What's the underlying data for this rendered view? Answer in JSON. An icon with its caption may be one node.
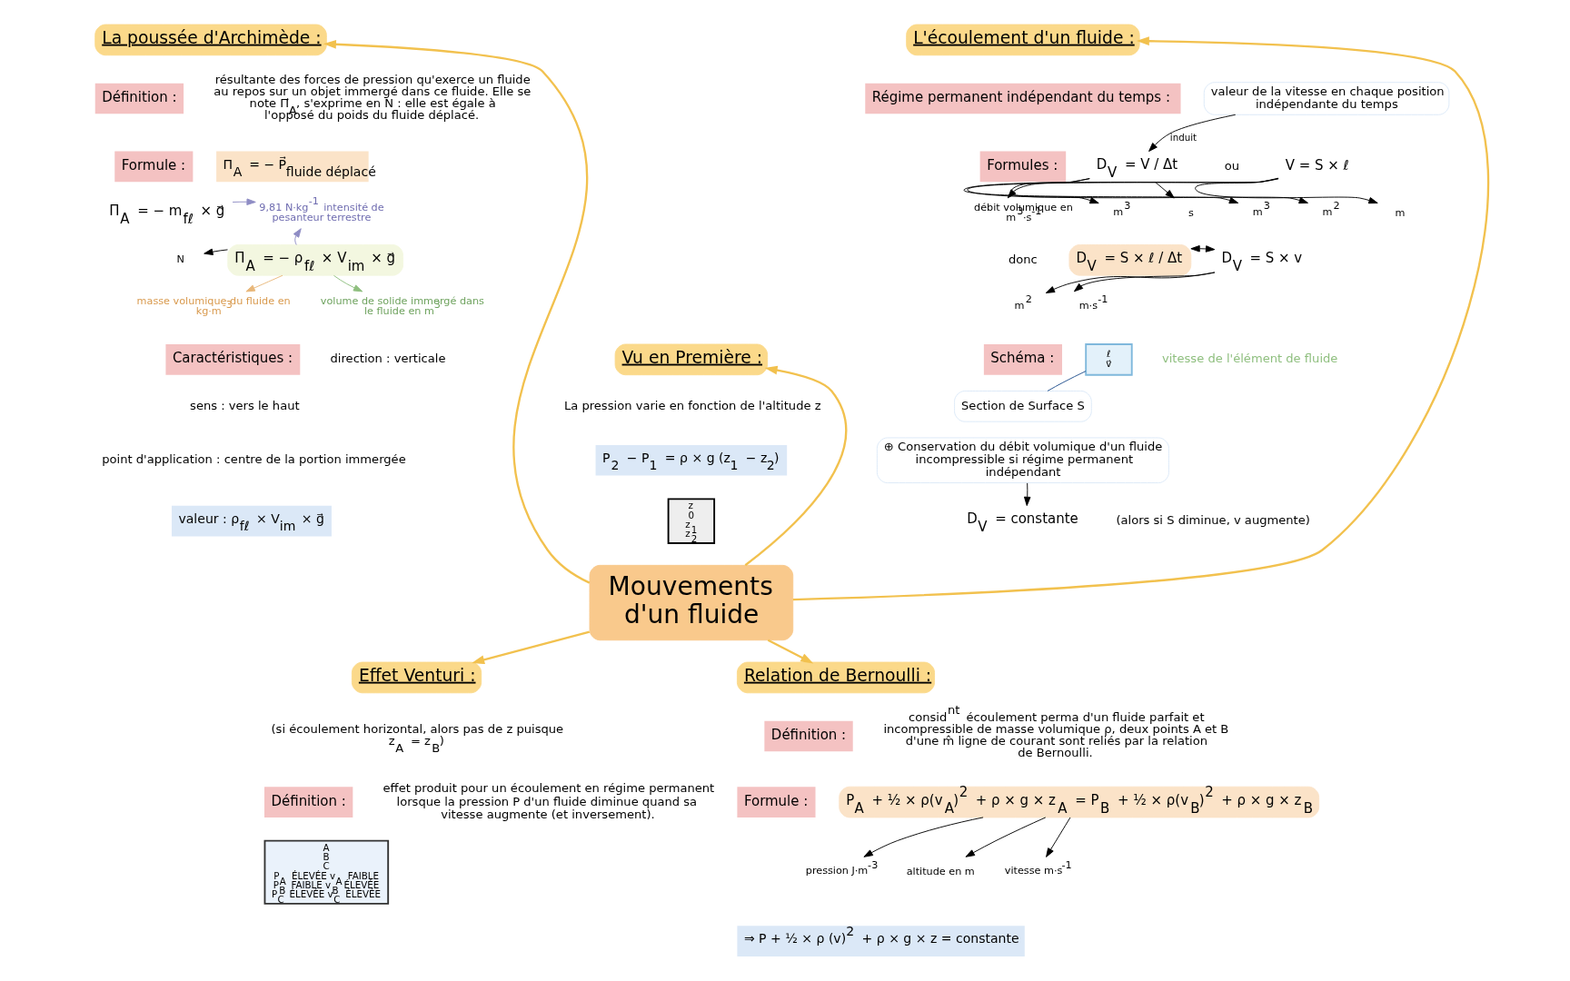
{
  "diagram": {
    "nodes": [
      {
        "text": [
          "Mouvements d'un fluide"
        ]
      },
      {
        "text": [
          "La poussée d'Archimède :"
        ]
      },
      {
        "text": [
          "Π$_{A}$ = − m$_{fℓ}$ × g⃗"
        ]
      },
      {
        "text": [
          "Π$_{A}$ = − ρ$_{fℓ}$ × V$_{im}$ × g⃗"
        ]
      },
      {
        "text": [
          "9,81 N·kg$^{-1}$ intensité de pesanteur terrestre"
        ]
      },
      {
        "text": [
          "N"
        ]
      },
      {
        "text": [
          "volume de solide immergé dans le fluide en m$^{3}$"
        ]
      },
      {
        "text": [
          "masse volumique du fluide en kg·m$^{-3}$"
        ]
      },
      {
        "text": [
          "Vu en Première :"
        ]
      },
      {
        "text": [
          "z",
          "0",
          "z$_{1}$",
          "z$_{2}$"
        ]
      },
      {
        "text": [
          "L'écoulement d'un fluide :"
        ]
      },
      {
        "text": [
          "valeur de la vitesse en chaque position indépendante du temps"
        ]
      },
      {
        "text": [
          "D$_{V}$ = V / Δt"
        ]
      },
      {
        "text": [
          "débit volumique en m$^{3}$·s$^{-1}$"
        ]
      },
      {
        "text": [
          "m$^{3}$"
        ]
      },
      {
        "text": [
          "s"
        ]
      },
      {
        "text": [
          "V = S × ℓ"
        ]
      },
      {
        "text": [
          "m$^{3}$"
        ]
      },
      {
        "text": [
          "m$^{2}$"
        ]
      },
      {
        "text": [
          "m"
        ]
      },
      {
        "text": [
          "D$_{V}$ = S × ℓ / Δt"
        ]
      },
      {
        "text": [
          "D$_{V}$ = S × v"
        ]
      },
      {
        "text": [
          "m$^{2}$"
        ]
      },
      {
        "text": [
          "m·s$^{-1}$"
        ]
      },
      {
        "text": [
          "ℓ",
          "v⃗"
        ]
      },
      {
        "text": [
          "Section de Surface S"
        ]
      },
      {
        "text": [
          "⊕ Conservation du débit volumique d'un fluide incompressible si régime permanent indépendant"
        ]
      },
      {
        "text": [
          "D$_{V}$ = constante"
        ]
      },
      {
        "text": [
          "Relation de Bernoulli :"
        ]
      },
      {
        "text": [
          "P$_{A}$ + ½ × ρ(v$_{A}$)$^{2}$ + ρ × g × z$_{A}$ = P$_{B}$ + ½ × ρ(v$_{B}$)$^{2}$ + ρ × g × z$_{B}$"
        ]
      },
      {
        "text": [
          "pression J·m$^{-3}$"
        ]
      },
      {
        "text": [
          "altitude en m"
        ]
      },
      {
        "text": [
          "vitesse m·s$^{-1}$"
        ]
      },
      {
        "text": [
          "Effet Venturi :"
        ]
      },
      {
        "text": [
          "A",
          "B",
          "C",
          "P$_{A}$ ÉLEVÉE v$_{A}$ FAIBLE",
          "P$_{B}$ FAIBLE v$_{B}$ ÉLEVÉE",
          "P$_{C}$ ÉLEVÉE v$_{C}$ ÉLEVÉE"
        ]
      }
    ],
    "edges": [
      {
        "from": 0,
        "to": 1,
        "arrow": "to",
        "color": "#f2c14e"
      },
      {
        "from": 0,
        "to": 8,
        "arrow": "to",
        "color": "#f2c14e"
      },
      {
        "from": 0,
        "to": 10,
        "arrow": "to",
        "color": "#f2c14e"
      },
      {
        "from": 0,
        "to": 33,
        "arrow": "to",
        "color": "#f2c14e"
      },
      {
        "from": 0,
        "to": 28,
        "arrow": "to",
        "color": "#f2c14e"
      },
      {
        "from": 2,
        "to": 4,
        "arrow": "to",
        "color": "#8e8cc4"
      },
      {
        "from": 3,
        "to": 4,
        "arrow": "to",
        "color": "#8e8cc4"
      },
      {
        "from": 3,
        "to": 5,
        "arrow": "to"
      },
      {
        "from": 3,
        "to": 6,
        "arrow": "to",
        "color": "#8fbf7f"
      },
      {
        "from": 3,
        "to": 7,
        "arrow": "to",
        "color": "#e8b77a"
      },
      {
        "from": 11,
        "to": 12,
        "arrow": "to",
        "label": "induit"
      },
      {
        "from": 12,
        "to": 13,
        "arrow": "to"
      },
      {
        "from": 12,
        "to": 14,
        "arrow": "to"
      },
      {
        "from": 12,
        "to": 15,
        "arrow": "to"
      },
      {
        "from": 16,
        "to": 17,
        "arrow": "to"
      },
      {
        "from": 16,
        "to": 18,
        "arrow": "to"
      },
      {
        "from": 16,
        "to": 19,
        "arrow": "to"
      },
      {
        "from": 20,
        "to": 21,
        "arrow": "both"
      },
      {
        "from": 21,
        "to": 22,
        "arrow": "to"
      },
      {
        "from": 21,
        "to": 23,
        "arrow": "to"
      },
      {
        "from": 25,
        "to": 24,
        "arrow": "none",
        "color": "#1f4e8c"
      },
      {
        "from": 26,
        "to": 27,
        "arrow": "to"
      },
      {
        "from": 29,
        "to": 30,
        "arrow": "to"
      },
      {
        "from": 29,
        "to": 31,
        "arrow": "to"
      },
      {
        "from": 29,
        "to": 32,
        "arrow": "to"
      }
    ],
    "labels": [
      "Définition :",
      "résultante des forces de pression qu'exerce un fluide au repos sur un objet immergé dans ce fluide. Elle se note Π⃗$_{A}$, s'exprime en N : elle est égale à l'opposé du poids du fluide déplacé.",
      "Formule :",
      "Π$_{A}$ = − P⃗$_{fluide déplacé}$",
      "Caractéristiques :",
      "direction : verticale",
      "sens : vers le haut",
      "point d'application : centre de la portion immergée",
      "valeur : ρ$_{fℓ}$ × V$_{im}$ × g⃗",
      "La pression varie en fonction de l'altitude z",
      "P$_{2}$ − P$_{1}$ = ρ × g (z$_{1}$ − z$_{2}$)",
      "Régime permanent indépendant du temps :",
      "Formules :",
      "ou",
      "donc",
      "Schéma :",
      "vitesse de l'élément de fluide",
      "(alors si S diminue, v augmente)",
      "Définition :",
      "consid$^{nt}$ écoulement perma d'un fluide parfait et incompressible de masse volumique ρ, deux points A et B d'une m̂ ligne de courant sont reliés par la relation de Bernoulli.",
      "Formule :",
      "⇒ P + ½ × ρ (v)$^{2}$ + ρ × g × z = constante",
      "(si écoulement horizontal, alors pas de z puisque z$_{A}$ = z$_{B}$)",
      "Définition :",
      "effet produit pour un écoulement en régime permanent lorsque la pression P d'un fluide diminue quand sa vitesse augmente (et inversement)."
    ]
  }
}
